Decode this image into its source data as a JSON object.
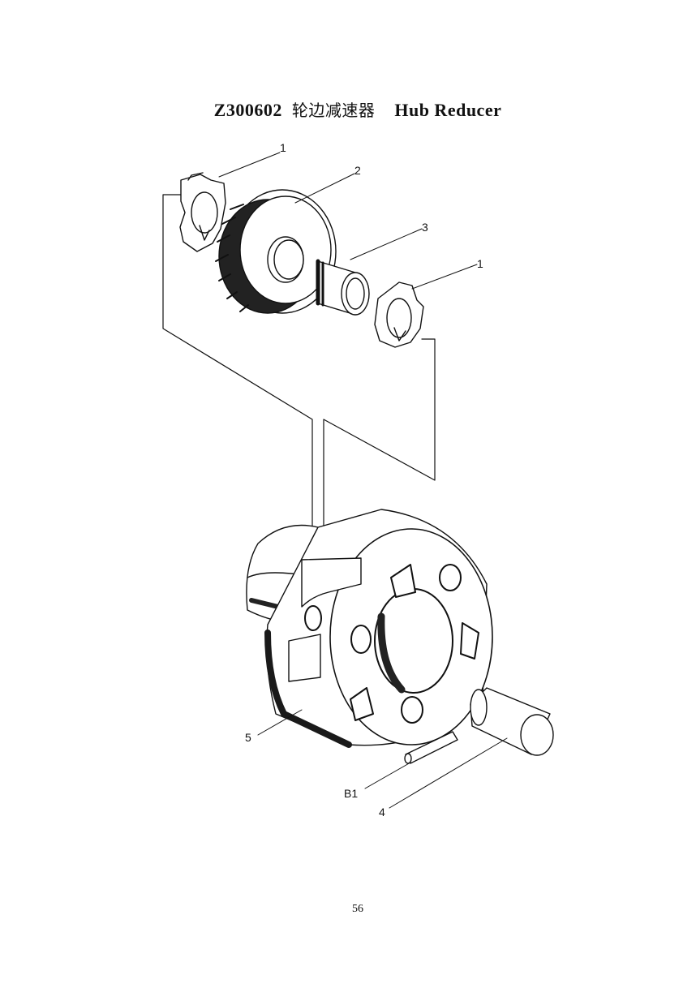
{
  "header": {
    "code": "Z300602",
    "title_cn": "轮边减速器",
    "title_en": "Hub Reducer"
  },
  "callouts": {
    "part_1_top": "1",
    "part_2": "2",
    "part_3": "3",
    "part_1_right": "1",
    "part_5": "5",
    "part_b1": "B1",
    "part_4": "4"
  },
  "footer": {
    "page_number": "56"
  }
}
